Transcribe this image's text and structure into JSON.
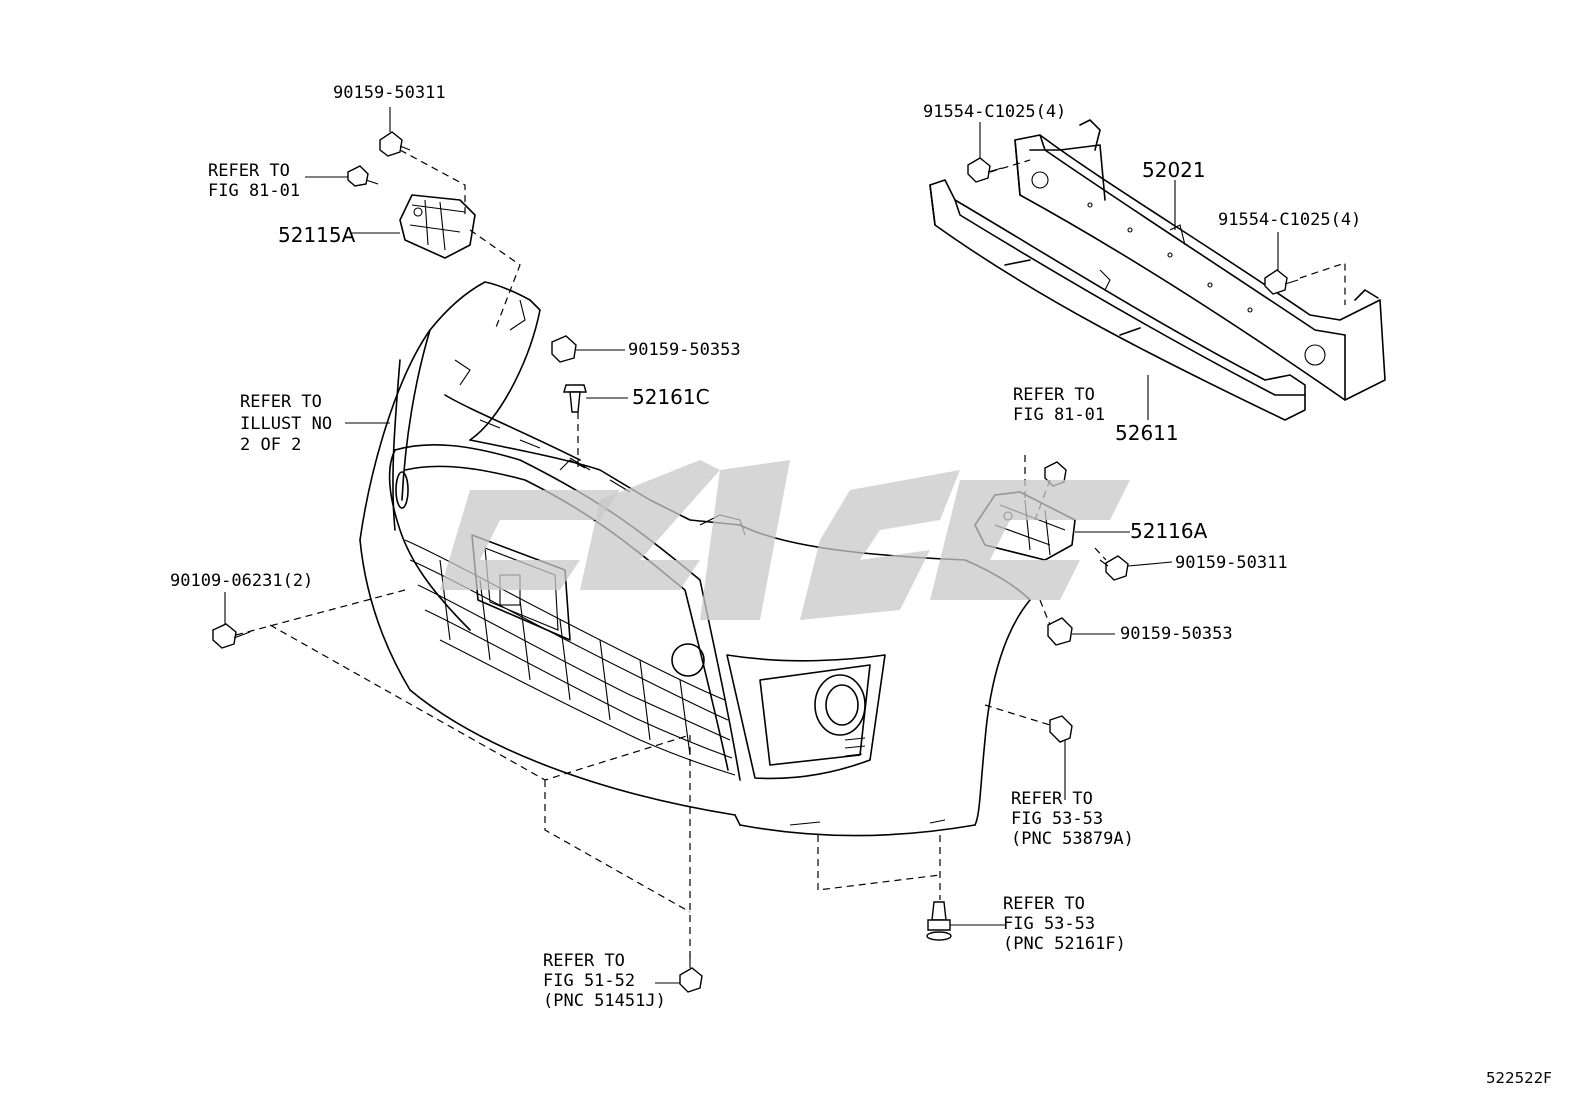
{
  "diagram_code": "522522F",
  "labels": {
    "bolt_top_a": "90159-50311",
    "refer_top_left": [
      "REFER TO",
      "FIG 81-01"
    ],
    "bracket_left": "52115A",
    "clip_upper": "90159-50353",
    "retainer": "52161C",
    "refer_illust": [
      "REFER TO",
      "ILLUST NO",
      "2 OF 2"
    ],
    "bolt_lower_left": "90109-06231(2)",
    "refer_bottom": [
      "REFER TO",
      "FIG 51-52",
      "(PNC 51451J)"
    ],
    "bolt_reinf_left": "91554-C1025(4)",
    "reinforcement": "52021",
    "bolt_reinf_right": "91554-C1025(4)",
    "refer_right": [
      "REFER TO",
      "FIG 81-01"
    ],
    "absorber": "52611",
    "bracket_right": "52116A",
    "bolt_right": "90159-50311",
    "clip_right": "90159-50353",
    "refer_fog": [
      "REFER TO",
      "FIG 53-53",
      "(PNC 53879A)"
    ],
    "refer_clip": [
      "REFER TO",
      "FIG 53-53",
      "(PNC 52161F)"
    ]
  },
  "icons": [
    "bolt-icon",
    "clip-icon",
    "retainer-icon",
    "bracket-icon"
  ]
}
